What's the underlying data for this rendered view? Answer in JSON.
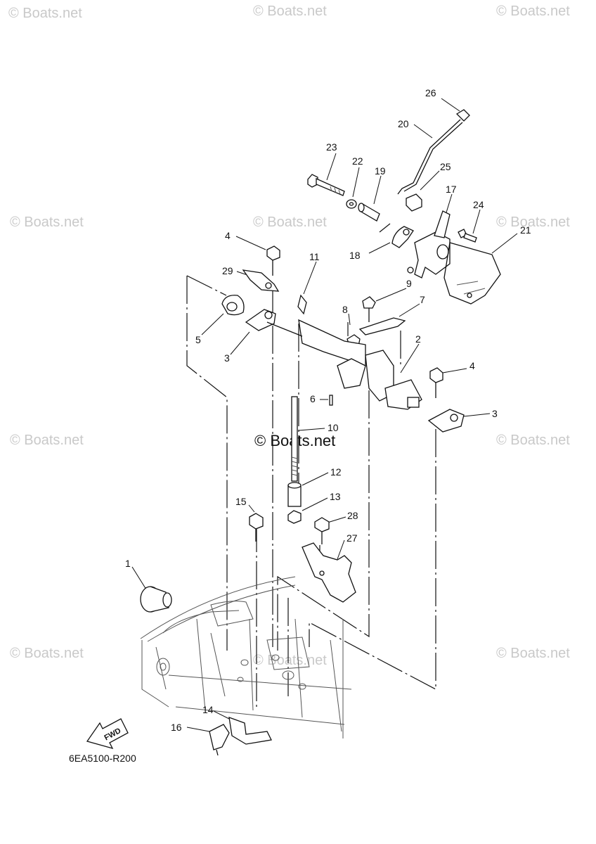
{
  "watermarks": [
    "© Boats.net",
    "© Boats.net",
    "© Boats.net",
    "© Boats.net",
    "© Boats.net",
    "© Boats.net",
    "© Boats.net",
    "© Boats.net",
    "© Boats.net",
    "© Boats.net",
    "© Boats.net"
  ],
  "center_watermark": "© Boats.net",
  "diagram_code": "6EA5100-R200",
  "fwd_label": "FWD",
  "callouts": [
    "26",
    "20",
    "23",
    "22",
    "19",
    "25",
    "17",
    "24",
    "21",
    "18",
    "4",
    "11",
    "29",
    "9",
    "7",
    "8",
    "2",
    "5",
    "3",
    "4",
    "6",
    "3",
    "10",
    "12",
    "15",
    "13",
    "28",
    "27",
    "1",
    "14",
    "16"
  ]
}
